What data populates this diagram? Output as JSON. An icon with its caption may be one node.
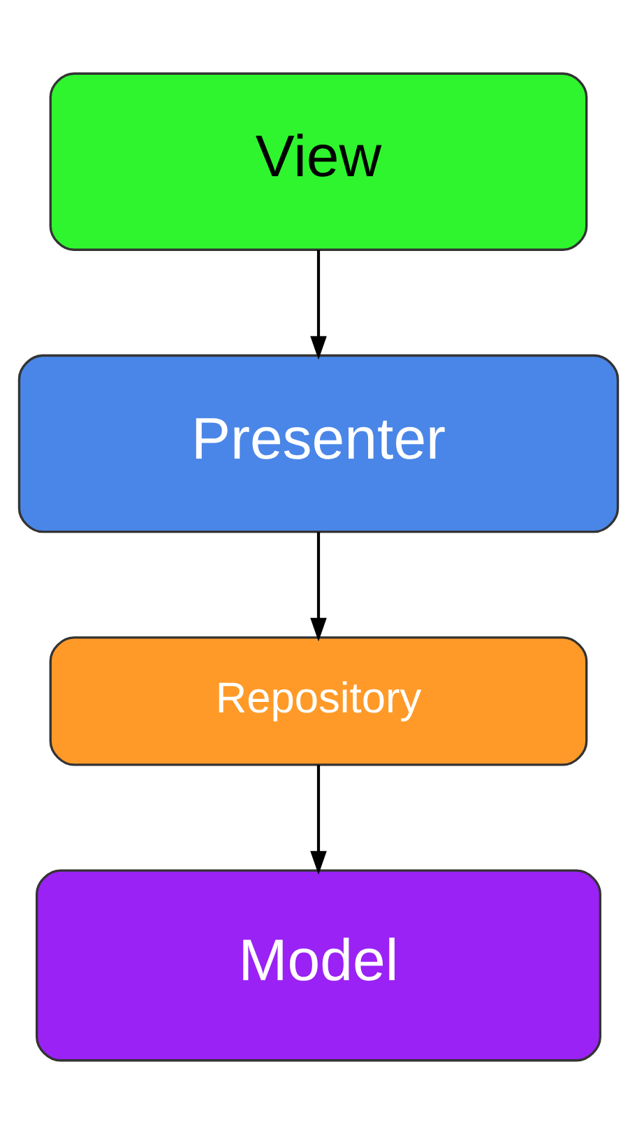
{
  "diagram": {
    "nodes": [
      {
        "text": [
          "View"
        ]
      },
      {
        "text": [
          "Presenter"
        ]
      },
      {
        "text": [
          "Repository"
        ]
      },
      {
        "text": [
          "Model"
        ]
      }
    ],
    "edges": [
      {
        "from": 0,
        "to": 1,
        "arrow": "to"
      },
      {
        "from": 1,
        "to": 2,
        "arrow": "to"
      },
      {
        "from": 2,
        "to": 3,
        "arrow": "to"
      }
    ]
  }
}
